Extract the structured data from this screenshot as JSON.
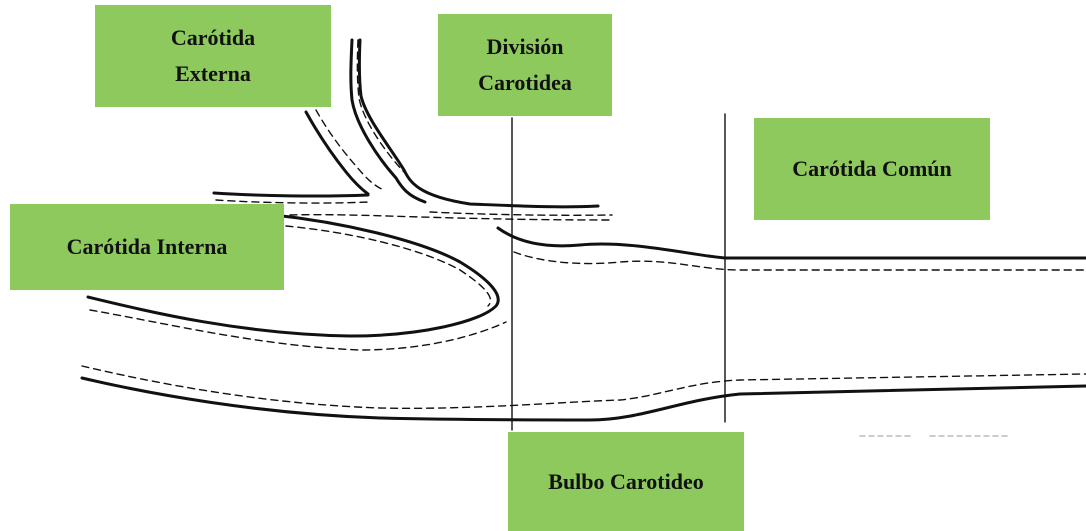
{
  "diagram": {
    "labels": {
      "carotida_externa": {
        "line1": "Carótida",
        "line2": "Externa"
      },
      "division_carotidea": {
        "line1": "División",
        "line2": "Carotidea"
      },
      "carotida_comun": "Carótida Común",
      "carotida_interna": "Carótida Interna",
      "bulbo_carotideo": "Bulbo Carotideo"
    },
    "colors": {
      "label_background": "#8ec95e",
      "line": "#111111",
      "background": "#ffffff"
    }
  }
}
